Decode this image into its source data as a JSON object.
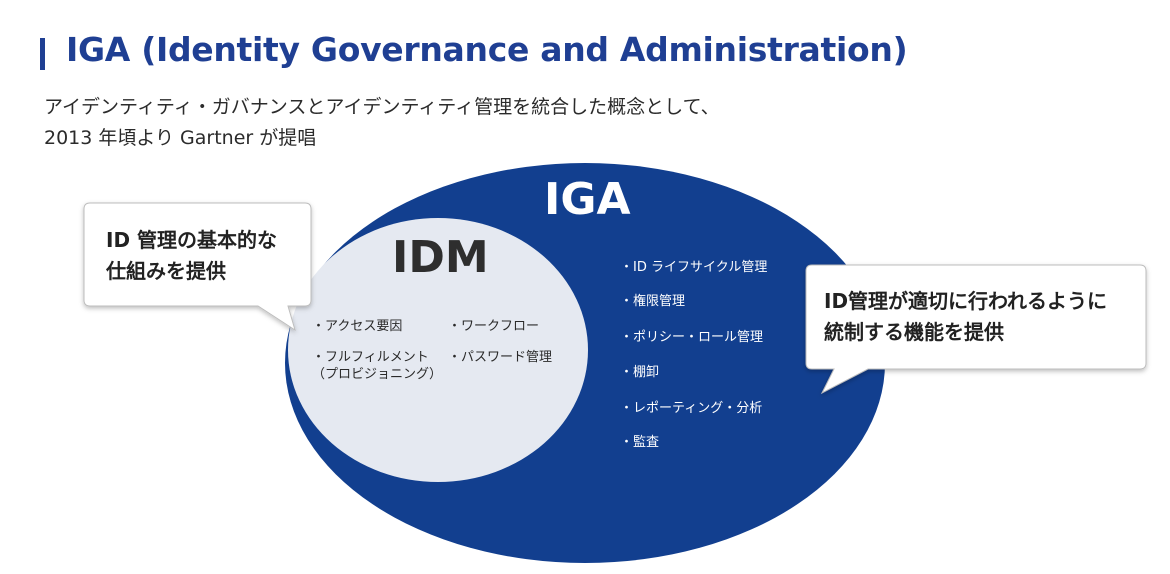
{
  "header": {
    "title": "IGA (Identity Governance and Administration)",
    "subtitle_line1": "アイデンティティ・ガバナンスとアイデンティティ管理を統合した概念として、",
    "subtitle_line2": "2013 年頃より Gartner が提唱"
  },
  "diagram": {
    "iga": {
      "label": "IGA",
      "items": [
        "・ID ライフサイクル管理",
        "・権限管理",
        "・ポリシー・ロール管理",
        "・棚卸",
        "・レポーティング・分析",
        "・監査"
      ]
    },
    "idm": {
      "label": "IDM",
      "items": [
        {
          "line1": "・アクセス要因",
          "line2": ""
        },
        {
          "line1": "・ワークフロー",
          "line2": ""
        },
        {
          "line1": "・フルフィルメント",
          "line2": "（プロビジョニング）"
        },
        {
          "line1": "・パスワード管理",
          "line2": ""
        }
      ]
    },
    "callout_left": {
      "line1": "ID 管理の基本的な",
      "line2": "仕組みを提供"
    },
    "callout_right": {
      "line1": "ID管理が適切に行われるように",
      "line2": "統制する機能を提供"
    }
  },
  "colors": {
    "brand_blue": "#1f3f93",
    "iga_fill": "#123f8f",
    "idm_fill": "#e5e9f1"
  }
}
